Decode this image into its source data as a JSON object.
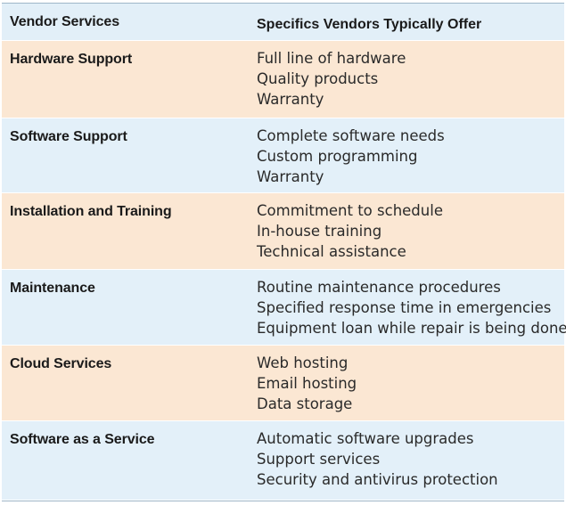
{
  "header": {
    "col1": "Vendor Services",
    "col2": "Specifics Vendors Typically Offer"
  },
  "rows": [
    {
      "service": "Hardware Support",
      "specifics": [
        "Full line of hardware",
        "Quality products",
        "Warranty"
      ]
    },
    {
      "service": "Software Support",
      "specifics": [
        "Complete software needs",
        "Custom programming",
        "Warranty"
      ]
    },
    {
      "service": "Installation and Training",
      "specifics": [
        "Commitment to schedule",
        "In-house training",
        "Technical assistance"
      ]
    },
    {
      "service": "Maintenance",
      "specifics": [
        "Routine maintenance procedures",
        "Specified response time in emergencies",
        "Equipment loan while repair is being done"
      ]
    },
    {
      "service": "Cloud Services",
      "specifics": [
        "Web hosting",
        "Email hosting",
        "Data storage"
      ]
    },
    {
      "service": "Software as a Service",
      "specifics": [
        "Automatic software upgrades",
        "Support services",
        "Security and antivirus protection"
      ]
    }
  ],
  "colors": {
    "header_bg": "#e2eff8",
    "peach_row_bg": "#fbe7d3",
    "blue_row_bg": "#e3f0f9"
  }
}
